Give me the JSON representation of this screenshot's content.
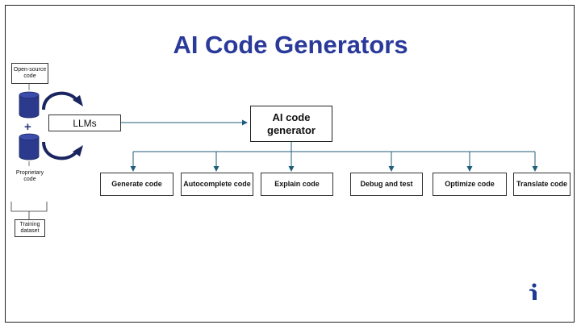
{
  "title": "AI Code Generators",
  "sources": {
    "open_source": "Open-source code",
    "proprietary": "Proprietary code",
    "plus": "+",
    "training": "Training dataset"
  },
  "llms_label": "LLMs",
  "generator_label": "AI code generator",
  "capabilities": [
    "Generate code",
    "Autocomplete code",
    "Explain code",
    "Debug and test",
    "Optimize code",
    "Translate code"
  ],
  "colors": {
    "title": "#2a3a9a",
    "database": "#2b3a8c",
    "arrow": "#1f5e7a",
    "logo": "#1f3a93"
  },
  "icons": {
    "database": "cylinder-icon",
    "cycle_arrow": "curved-arrow-icon",
    "logo": "info-logo-icon"
  }
}
